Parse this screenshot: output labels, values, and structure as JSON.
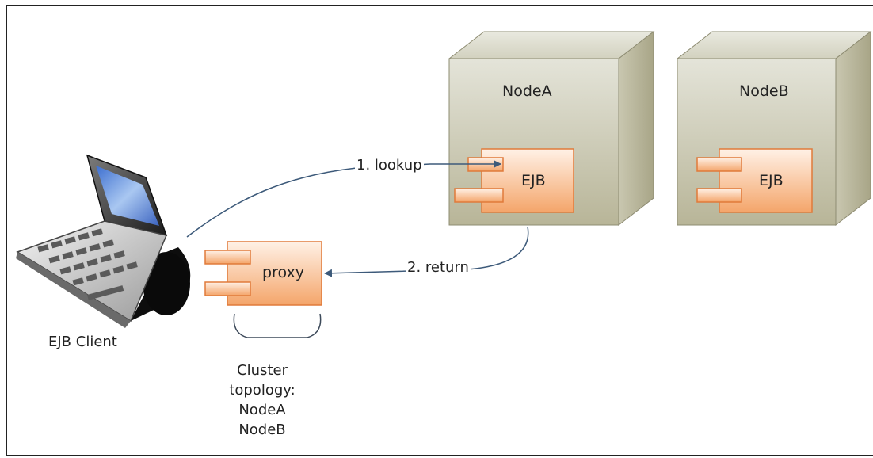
{
  "client": {
    "label": "EJB Client"
  },
  "nodes": [
    {
      "title": "NodeA",
      "component": "EJB"
    },
    {
      "title": "NodeB",
      "component": "EJB"
    }
  ],
  "proxy": {
    "label": "proxy"
  },
  "arrows": {
    "lookup": "1. lookup",
    "return": "2. return"
  },
  "cluster_topology": [
    "Cluster",
    "topology:",
    "NodeA",
    "NodeB"
  ],
  "colors": {
    "node_face_top": "#e2e2d6",
    "node_face_bottom": "#b9b699",
    "component_fill_top": "#fff0e4",
    "component_fill_bottom": "#f3a870",
    "component_border": "#e07a3a",
    "arrow": "#3d5a7a"
  }
}
